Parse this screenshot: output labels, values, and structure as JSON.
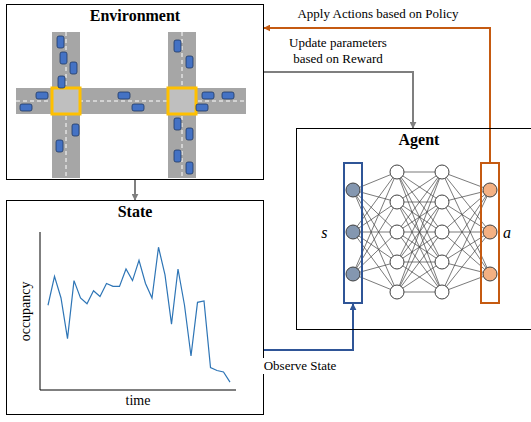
{
  "diagram": {
    "nodes": [
      {
        "text": [
          "Environment"
        ]
      },
      {
        "text": [
          "State"
        ]
      },
      {
        "text": [
          "Agent"
        ]
      },
      {
        "text": [
          "s⃗"
        ],
        "in": 2
      },
      {
        "text": [
          "a⃗"
        ],
        "in": 2
      }
    ],
    "edges": [
      {
        "from": 0,
        "to": 1,
        "arrow": "to"
      },
      {
        "from": 0,
        "to": 2,
        "label": "Update parameters based on Reward",
        "arrow": "to"
      },
      {
        "from": 1,
        "to": 3,
        "label": "Observe State",
        "arrow": "to"
      },
      {
        "from": 4,
        "to": 0,
        "label": "Apply Actions based on Policy",
        "arrow": "to"
      }
    ],
    "labels": [
      "occupancy",
      "time"
    ]
  }
}
